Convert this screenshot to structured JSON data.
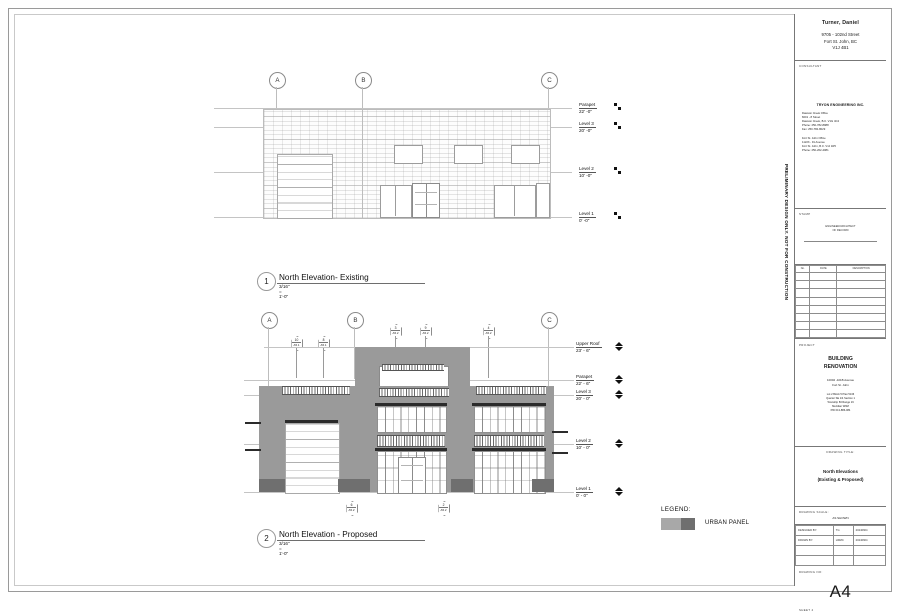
{
  "sheet": {
    "number": "A4",
    "vertical_note": "PRELIMINARY DESIGN ONLY. NOT FOR CONSTRUCTION"
  },
  "titleblock": {
    "owner_name": "Turner, Daniel",
    "owner_address_line1": "9705 - 102nd Street",
    "owner_address_line2": "Fort St. John, BC",
    "owner_address_line3": "V1J 4B1",
    "consultant_label": "CONSULTANT",
    "engineer_name": "TRYON ENGINEERING INC.",
    "engineer_office1": "Dawson Creek Office",
    "engineer_office1_l2": "8201 - 8 Street",
    "engineer_office1_l3": "Dawson Creek, B.C. V1G 4C4",
    "engineer_office1_l4": "Phone: 250-782-8988",
    "engineer_office1_l5": "Fax: 250-782-8029",
    "engineer_office2": "Fort St. John Office",
    "engineer_office2_l2": "11223 - 91 Avenue",
    "engineer_office2_l3": "Fort St. John, B.C. V1J 1R5",
    "engineer_office2_l4": "Phone: 250-262-4081",
    "stamp_label": "STAMP",
    "stamp_text1": "ENGINEER/ARCHITECT",
    "stamp_text2": "OF RECORD",
    "revision_headers": [
      "No.",
      "DATE",
      "DESCRIPTION"
    ],
    "project_label": "PROJECT",
    "project_title_l1": "BUILDING",
    "project_title_l2": "RENOVATION",
    "project_sub_l1": "10002 -101B Avenue",
    "project_sub_l2": "Fort St. John",
    "project_legal_l1": "Lot 2 Block 5 Plan 5136",
    "project_legal_l2": "Quarter SE 1/4 Section 1",
    "project_legal_l3": "Township 83 Range 19",
    "project_legal_l4": "Meridian W6M",
    "project_legal_l5": "PID 013-886-084",
    "drawing_title_label": "DRAWING TITLE:",
    "drawing_title_l1": "North Elevations",
    "drawing_title_l2": "(Existing & Proposed)",
    "scale_label": "DRAWING SCALE:",
    "scale_value": "AS SHOWN",
    "designed_by_label": "DESIGNED BY:",
    "designed_by_value": "TG",
    "designed_by_date": "20240604",
    "drawn_by_label": "DRAWN BY:",
    "drawn_by_value": "HDMC",
    "drawn_by_date": "20240604",
    "sheet_label": "DRAWING No:",
    "sheet_footer": "Sheet 4"
  },
  "legend": {
    "title": "LEGEND:",
    "item_label": "URBAN PANEL",
    "color_light": "#a8a8a8",
    "color_dark": "#6f6f6f"
  },
  "views": [
    {
      "number": "1",
      "title": "North Elevation- Existing",
      "scale": "3/16\" = 1'-0\"",
      "grid_bubbles": [
        "A",
        "B",
        "C"
      ],
      "levels": [
        {
          "name": "Parapet",
          "elev": "22' -0\""
        },
        {
          "name": "Level 3",
          "elev": "20' -0\""
        },
        {
          "name": "Level 2",
          "elev": "10' -0\""
        },
        {
          "name": "Level 1",
          "elev": "0' -0\""
        }
      ]
    },
    {
      "number": "2",
      "title": "North Elevation - Proposed",
      "scale": "3/16\" = 1'-0\"",
      "grid_bubbles": [
        "A",
        "B",
        "C"
      ],
      "levels": [
        {
          "name": "Upper Roof",
          "elev": "23' - 6\""
        },
        {
          "name": "Parapet",
          "elev": "22' - 6\""
        },
        {
          "name": "Level 3",
          "elev": "20' - 0\""
        },
        {
          "name": "Level 2",
          "elev": "10' - 0\""
        },
        {
          "name": "Level 1",
          "elev": "0' - 0\""
        }
      ],
      "callouts": [
        {
          "num": "10",
          "sheet": "A5.1"
        },
        {
          "num": "8",
          "sheet": "A5.1"
        },
        {
          "num": "3",
          "sheet": "A5.2"
        },
        {
          "num": "9",
          "sheet": "A5.2"
        },
        {
          "num": "4",
          "sheet": "A5.2"
        },
        {
          "num": "6",
          "sheet": "A5.2"
        },
        {
          "num": "2",
          "sheet": "A5.2"
        }
      ]
    }
  ]
}
